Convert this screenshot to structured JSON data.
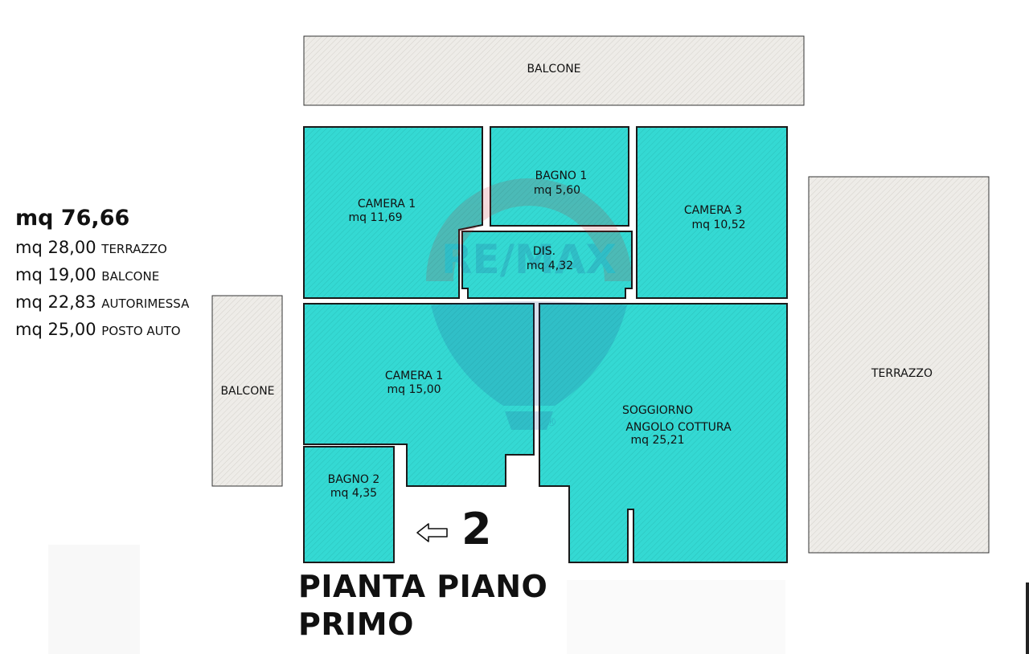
{
  "summary": {
    "total_area": "mq 76,66",
    "items": [
      {
        "value": "mq 28,00",
        "label": "TERRAZZO"
      },
      {
        "value": "mq 19,00",
        "label": "BALCONE"
      },
      {
        "value": "mq 22,83",
        "label": "AUTORIMESSA"
      },
      {
        "value": "mq 25,00",
        "label": "POSTO AUTO"
      }
    ]
  },
  "rooms": {
    "balcone_top": {
      "name": "BALCONE"
    },
    "balcone_left": {
      "name": "BALCONE"
    },
    "terrazzo": {
      "name": "TERRAZZO"
    },
    "camera1_top": {
      "name": "CAMERA 1",
      "area": "mq 11,69"
    },
    "bagno1": {
      "name": "BAGNO 1",
      "area": "mq 5,60"
    },
    "camera3": {
      "name": "CAMERA 3",
      "area": "mq 10,52"
    },
    "dis": {
      "name": "DIS.",
      "area": "mq 4,32"
    },
    "camera1_bottom": {
      "name": "CAMERA 1",
      "area": "mq 15,00"
    },
    "soggiorno": {
      "name": "SOGGIORNO",
      "name2": "ANGOLO COTTURA",
      "area": "mq 25,21"
    },
    "bagno2": {
      "name": "BAGNO 2",
      "area": "mq 4,35"
    }
  },
  "entrance": {
    "floor_number": "2",
    "arrow_icon": "left-arrow-icon"
  },
  "plan_title": {
    "line1": "PIANTA PIANO",
    "line2": "PRIMO"
  },
  "watermark": {
    "text": "RE/MAX",
    "registered_mark": "®"
  },
  "colors": {
    "room_fill": "#34d9d3",
    "outdoor_fill": "#eae8e4",
    "wall": "#1a1a1a"
  }
}
